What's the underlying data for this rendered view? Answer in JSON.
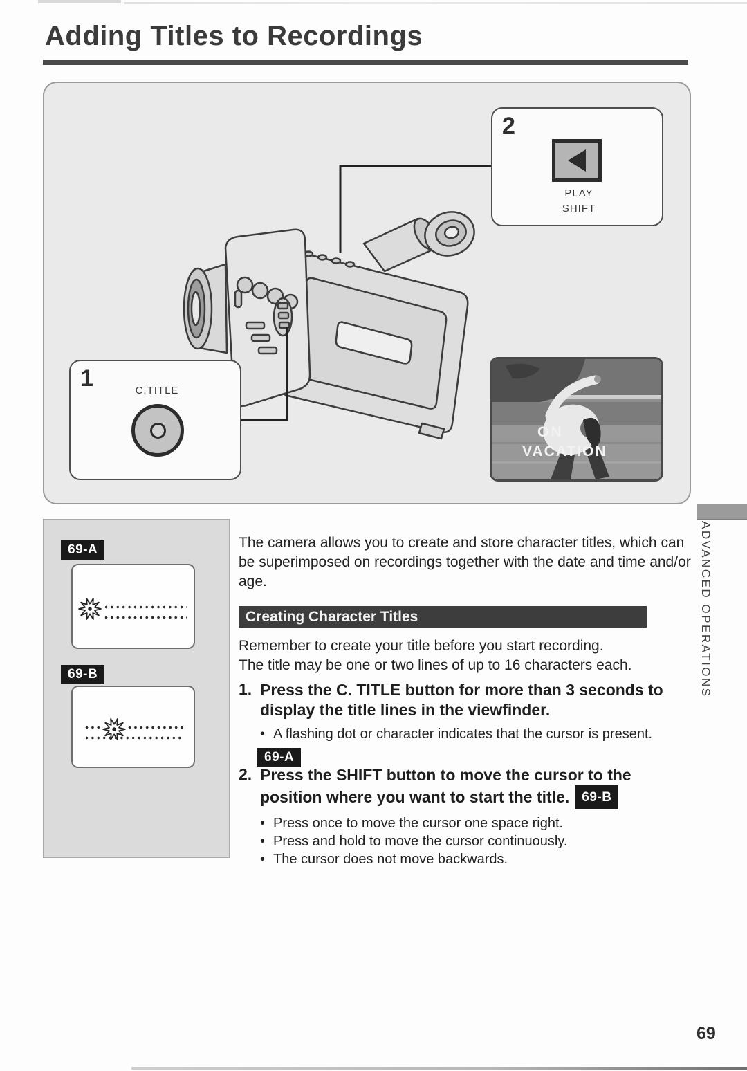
{
  "page": {
    "title": "Adding Titles to Recordings",
    "page_number": "69",
    "side_tab_label": "ADVANCED OPERATIONS"
  },
  "diagram": {
    "callout_1": {
      "number": "1",
      "button_label": "C.TITLE"
    },
    "callout_2": {
      "number": "2",
      "label_top": "PLAY",
      "label_bottom": "SHIFT",
      "icon": "play-left-triangle"
    },
    "photo_overlay": {
      "line1": "ON",
      "line2": "VACATION"
    }
  },
  "sidebar": {
    "figures": [
      {
        "badge": "69-A",
        "icon": "flashing-cursor-burst"
      },
      {
        "badge": "69-B",
        "icon": "flashing-cursor-burst"
      }
    ]
  },
  "content": {
    "intro": "The camera allows you to create and store character titles, which can be superimposed on recordings together with the date and time and/or age.",
    "section_header": "Creating Character Titles",
    "section_intro_line1": "Remember to create your title before you start recording.",
    "section_intro_line2": "The title may be one or two lines of up to 16 characters each.",
    "steps": [
      {
        "number": "1.",
        "text": "Press the C. TITLE button for more than 3 seconds to display the title lines in the viewfinder.",
        "bullets": [
          "A flashing dot or character indicates that the cursor is present."
        ],
        "ref_badge": "69-A"
      },
      {
        "number": "2.",
        "text": "Press the SHIFT button to move the cursor to the position where you want to start the title.",
        "ref_badge": "69-B",
        "bullets": [
          "Press once to move the cursor one space right.",
          "Press and hold to move the cursor continuously.",
          "The cursor does not move backwards."
        ]
      }
    ]
  },
  "colors": {
    "section_bar_bg": "#3d3d3d",
    "badge_bg": "#1a1a1a",
    "panel_bg": "#eaeaea",
    "sidebar_bg": "#dbdbdb",
    "edge_tab_bg": "#9b9b9b",
    "title_rule": "#4a4a4a"
  }
}
